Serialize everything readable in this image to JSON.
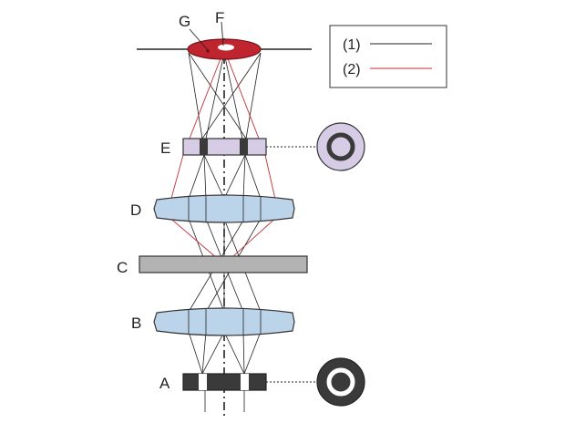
{
  "labels": {
    "g": "G",
    "f": "F",
    "e": "E",
    "d": "D",
    "c": "C",
    "b": "B",
    "a": "A"
  },
  "legend": {
    "item1": "(1)",
    "item2": "(2)"
  },
  "colors": {
    "ray_black": "#222222",
    "ray_red": "#c0303a",
    "specimen_red": "#c0252f",
    "lens_blue": "#bcd4ea",
    "plate_gray": "#b3b3b3",
    "annulus_lavender": "#d6cce6",
    "condenser_dark": "#3a3a3a"
  }
}
